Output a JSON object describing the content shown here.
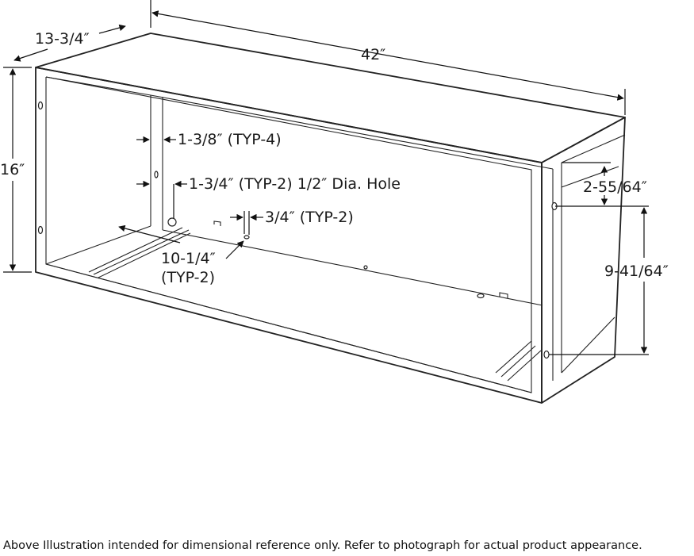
{
  "dimensions": {
    "depth": "13-3/4″",
    "width": "42″",
    "height": "16″",
    "flange": "1-3/8″ (TYP-4)",
    "hole_offset": "1-3/4″ (TYP-2) 1/2″ Dia. Hole",
    "slot": "3/4″ (TYP-2)",
    "rail_spacing_line1": "10-1/4″",
    "rail_spacing_line2": "(TYP-2)",
    "side_hole_top": "2-55/64″",
    "side_hole_spacing": "9-41/64″"
  },
  "caption": "Above Illustration intended for dimensional reference only. Refer to photograph for actual product appearance."
}
